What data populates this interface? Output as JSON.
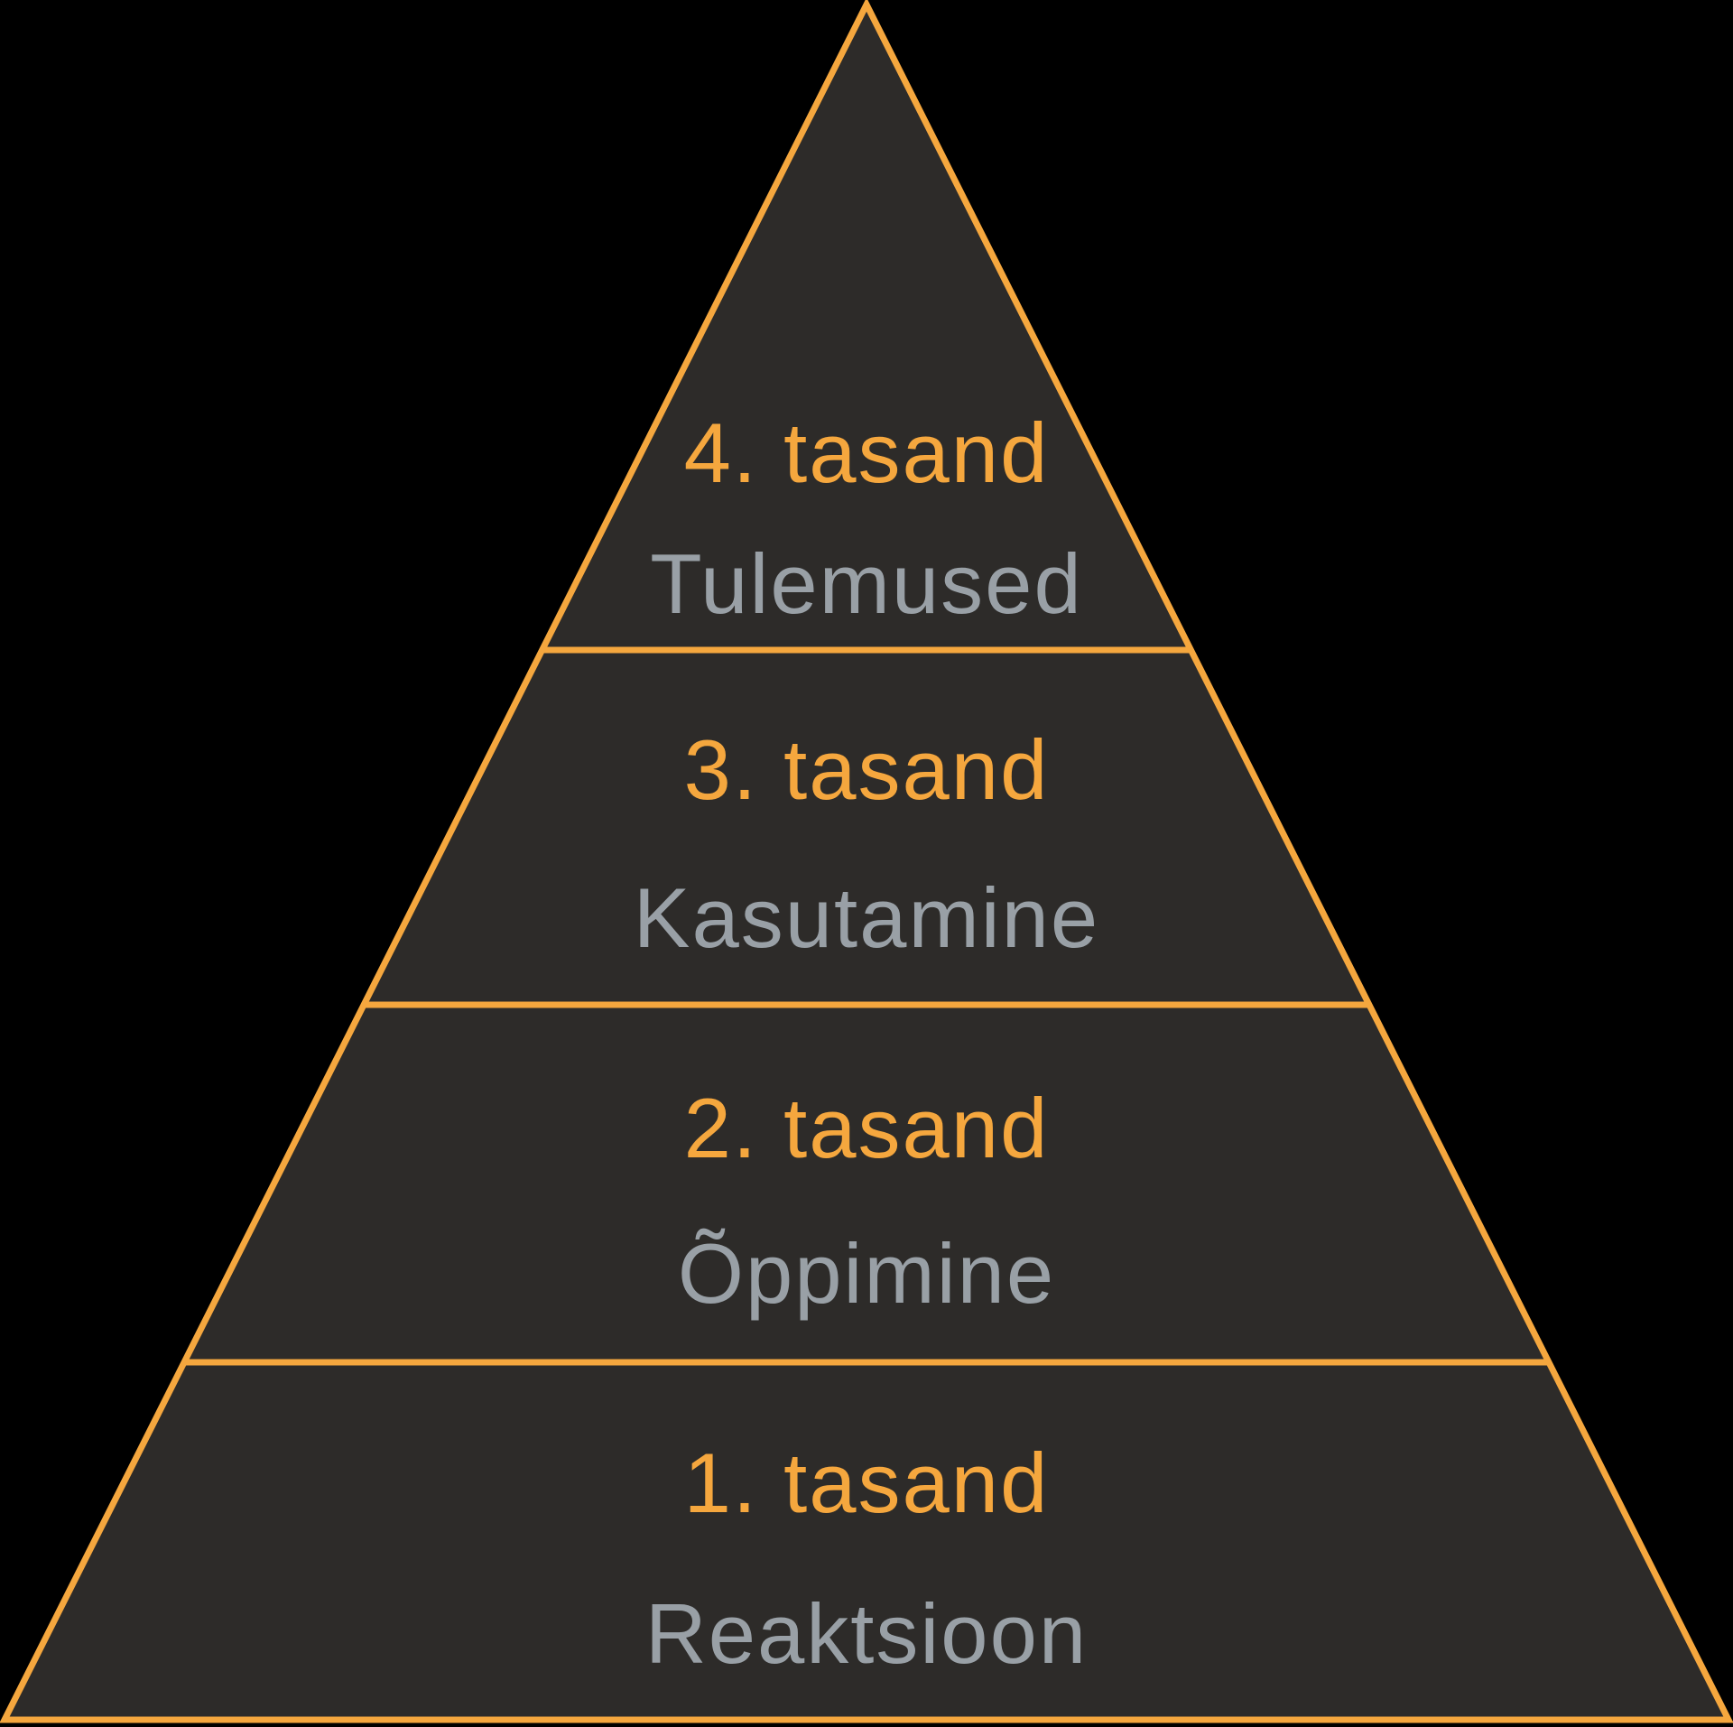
{
  "pyramid": {
    "levels": [
      {
        "label": "4. tasand",
        "sublabel": "Tulemused"
      },
      {
        "label": "3. tasand",
        "sublabel": "Kasutamine"
      },
      {
        "label": "2. tasand",
        "sublabel": "Õppimine"
      },
      {
        "label": "1. tasand",
        "sublabel": "Reaktsioon"
      }
    ],
    "colors": {
      "accent": "#F5A73E",
      "pyramid_fill": "#2D2B29",
      "background": "#000000",
      "level_label": "#F5A73E",
      "level_sublabel": "#99A0A6"
    }
  }
}
